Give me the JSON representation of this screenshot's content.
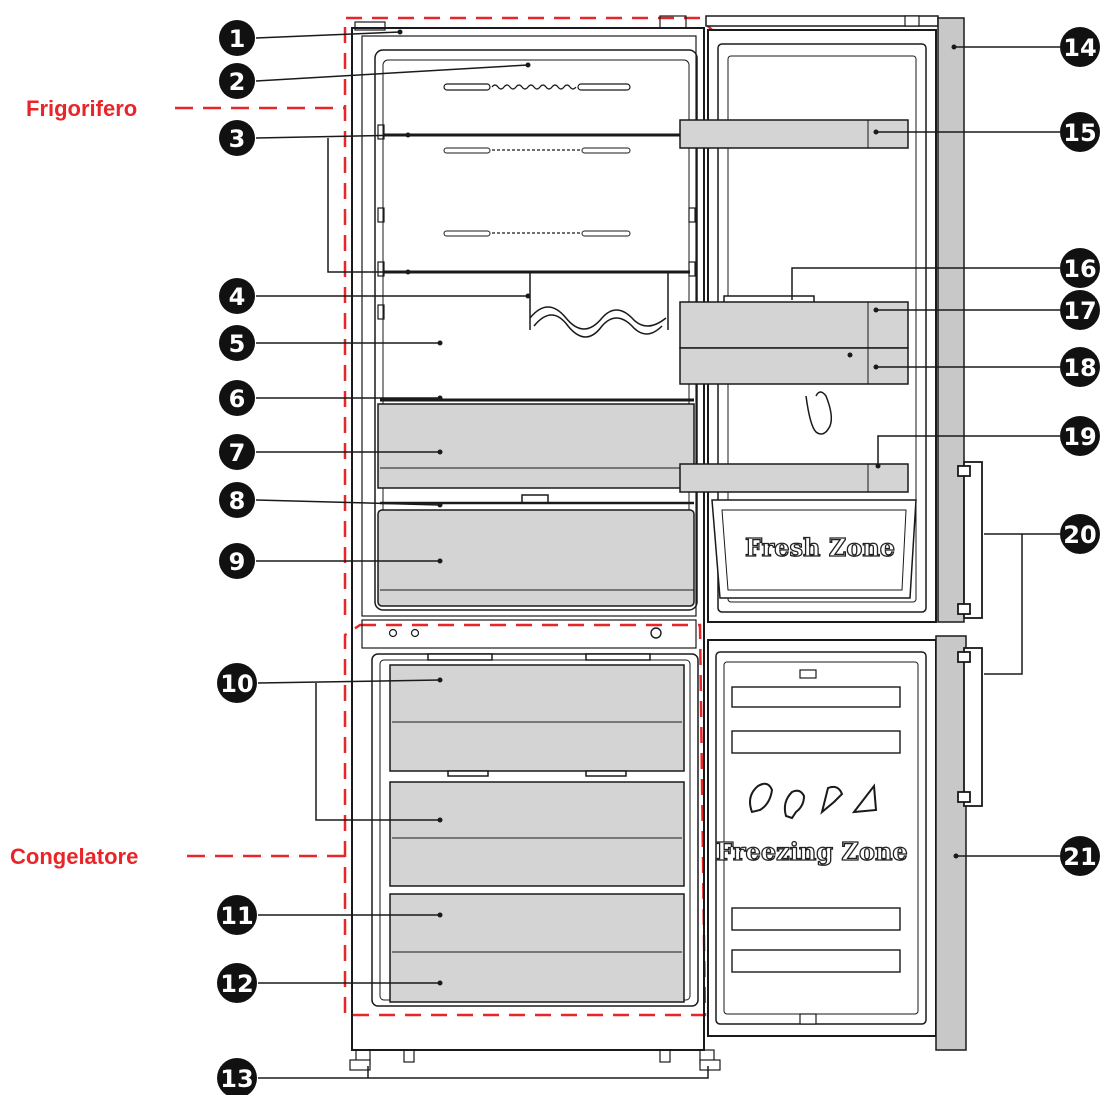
{
  "sections": {
    "fridge_label": "Frigorifero",
    "freezer_label": "Congelatore"
  },
  "zones": {
    "fresh": "Fresh Zone",
    "freezing": "Freezing Zone"
  },
  "callouts": [
    "1",
    "2",
    "3",
    "4",
    "5",
    "6",
    "7",
    "8",
    "9",
    "10",
    "11",
    "12",
    "13",
    "14",
    "15",
    "16",
    "17",
    "18",
    "19",
    "20",
    "21"
  ],
  "colors": {
    "accent": "#e8262a",
    "line": "#1a1a1a",
    "drawer": "#d4d4d4",
    "door": "#c8c8c8",
    "callout_bg": "#111111"
  }
}
